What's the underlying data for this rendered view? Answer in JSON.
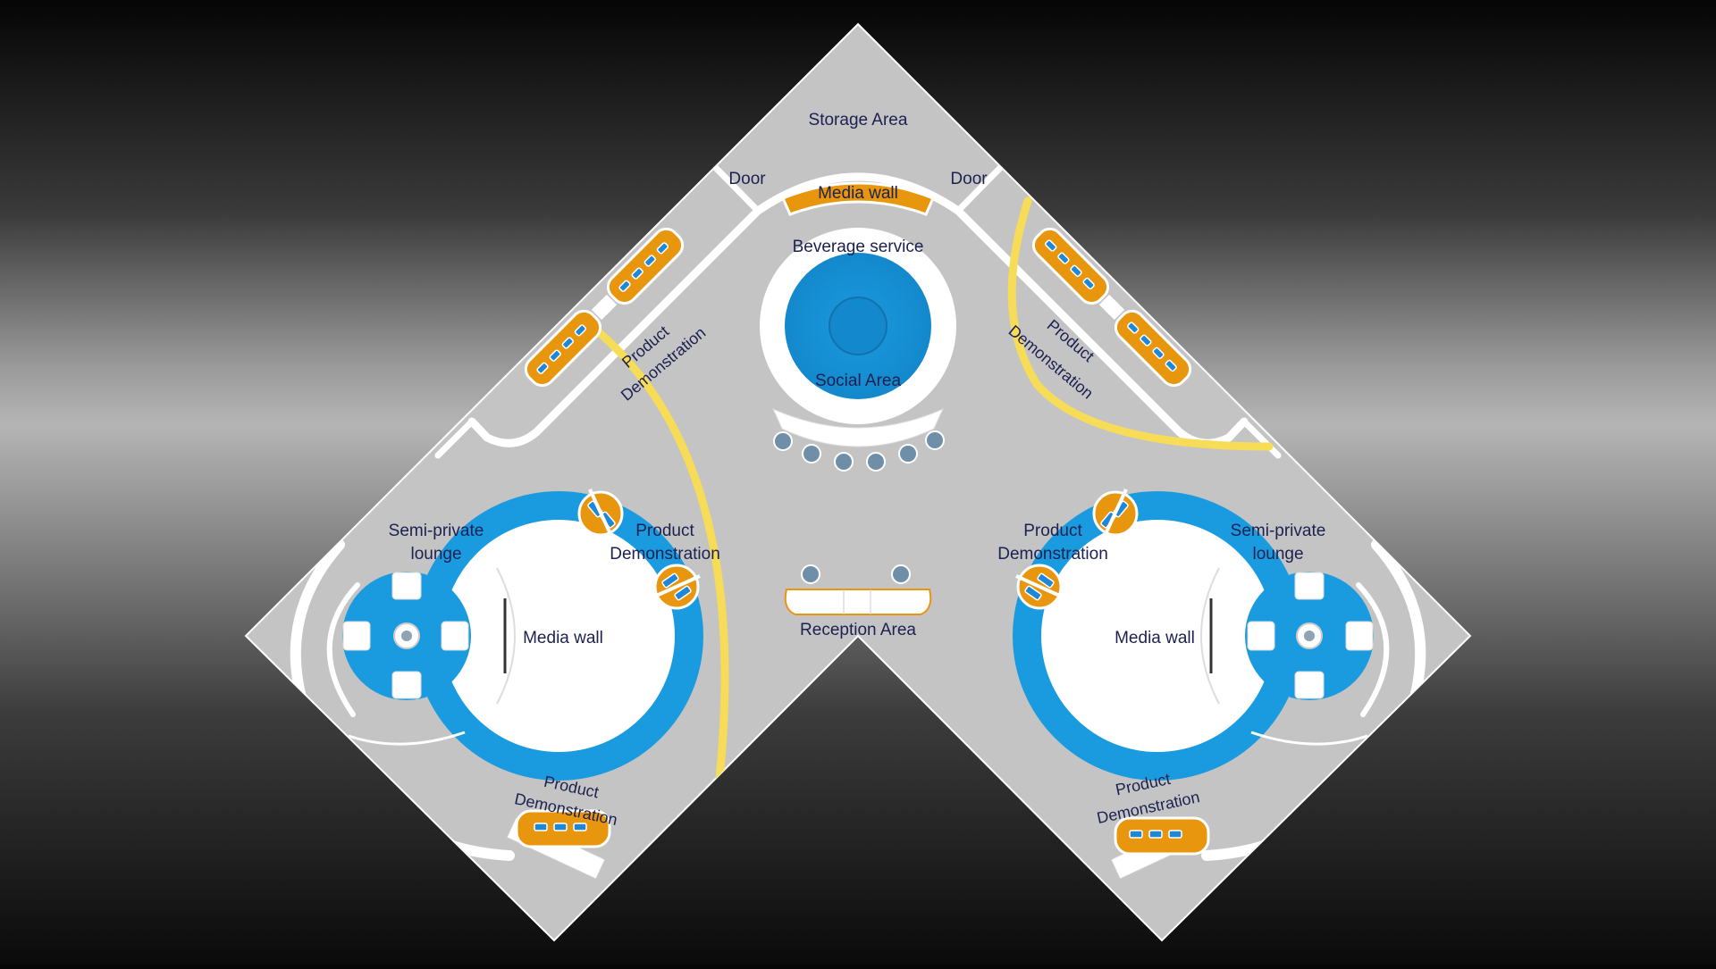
{
  "colors": {
    "floor": "#c4c4c4",
    "accent_blue": "#1a9be0",
    "accent_orange": "#e9960f",
    "path_yellow": "#f7dc57",
    "text": "#1c2150"
  },
  "labels": {
    "storage_area": "Storage Area",
    "door_left": "Door",
    "door_right": "Door",
    "media_wall_top": "Media wall",
    "beverage_service": "Beverage service",
    "social_area": "Social Area",
    "reception_area": "Reception Area",
    "demo_top_left_1": "Product",
    "demo_top_left_2": "Demonstration",
    "demo_top_right_1": "Product",
    "demo_top_right_2": "Demonstration",
    "demo_mid_left_1": "Product",
    "demo_mid_left_2": "Demonstration",
    "demo_mid_right_1": "Product",
    "demo_mid_right_2": "Demonstration",
    "demo_bottom_left_1": "Product",
    "demo_bottom_left_2": "Demonstration",
    "demo_bottom_right_1": "Product",
    "demo_bottom_right_2": "Demonstration",
    "lounge_left_1": "Semi-private",
    "lounge_left_2": "lounge",
    "lounge_right_1": "Semi-private",
    "lounge_right_2": "lounge",
    "media_wall_left": "Media wall",
    "media_wall_right": "Media wall"
  }
}
